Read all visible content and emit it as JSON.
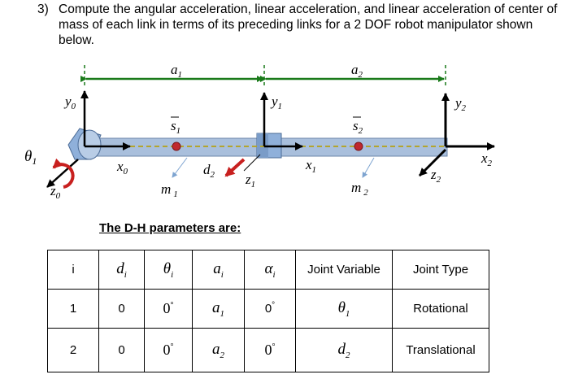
{
  "question": {
    "number": "3)",
    "text": "Compute the angular acceleration, linear acceleration, and linear acceleration of center of mass of each link in terms of its preceding links for a 2 DOF robot manipulator shown below."
  },
  "figure": {
    "labels": {
      "a1": "a",
      "a1_sub": "1",
      "a2": "a",
      "a2_sub": "2",
      "y0": "y",
      "y0_sub": "0",
      "y1": "y",
      "y1_sub": "1",
      "y2": "y",
      "y2_sub": "2",
      "x0": "x",
      "x0_sub": "0",
      "x1": "x",
      "x1_sub": "1",
      "x2": "x",
      "x2_sub": "2",
      "z0": "z",
      "z0_sub": "0",
      "z1": "z",
      "z1_sub": "1",
      "z2": "z",
      "z2_sub": "2",
      "theta1": "θ",
      "theta1_sub": "1",
      "d2": "d",
      "d2_sub": "2",
      "s1": "s",
      "s1_sub": "1",
      "s2": "s",
      "s2_sub": "2",
      "m1": "m",
      "m1_sub": "1",
      "m2": "m",
      "m2_sub": "2"
    },
    "colors": {
      "dimension_arrow": "#1a7a1a",
      "link_fill": "#a9bfdc",
      "joint_fill": "#8fb0da",
      "mass_dot": "#c0282d",
      "dashed_line": "#b3a52e",
      "rotation_arrow": "#c8201f",
      "pointer": "#7ea4d0"
    }
  },
  "dh": {
    "title": "The D-H parameters are:",
    "headers": {
      "i": "i",
      "d": "d",
      "d_sub": "i",
      "theta": "θ",
      "theta_sub": "i",
      "a": "a",
      "a_sub": "i",
      "alpha": "α",
      "alpha_sub": "i",
      "joint_variable": "Joint Variable",
      "joint_type": "Joint Type"
    },
    "rows": [
      {
        "i": "1",
        "d": "0",
        "theta": "0",
        "theta_unit": "°",
        "a": "a",
        "a_sub": "1",
        "alpha": "0",
        "alpha_unit": "°",
        "var": "θ",
        "var_sub": "1",
        "type": "Rotational"
      },
      {
        "i": "2",
        "d": "0",
        "theta": "0",
        "theta_unit": "°",
        "a": "a",
        "a_sub": "2",
        "alpha": "0",
        "alpha_unit": "°",
        "var": "d",
        "var_sub": "2",
        "type": "Translational"
      }
    ]
  }
}
